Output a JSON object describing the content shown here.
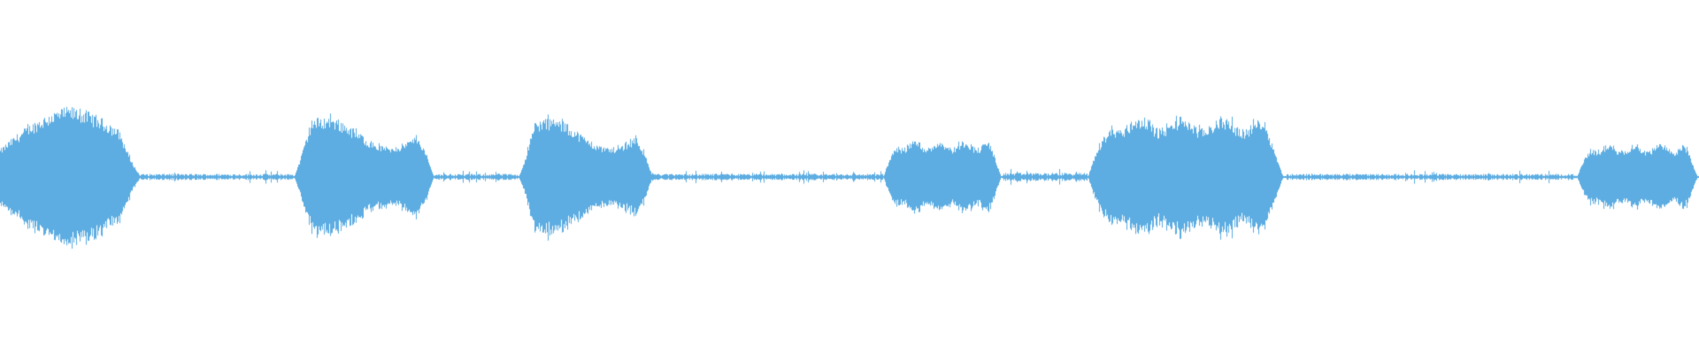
{
  "waveform": {
    "color": "#5DADE2",
    "background": "#FFFFFF",
    "amplitude_peak_fraction": 0.42,
    "segments": [
      {
        "start": 0.0,
        "end": 0.083,
        "level": 0.95,
        "shape": "peak-center"
      },
      {
        "start": 0.083,
        "end": 0.173,
        "level": 0.03,
        "shape": "silence"
      },
      {
        "start": 0.173,
        "end": 0.255,
        "level": 0.82,
        "shape": "rise-fall"
      },
      {
        "start": 0.255,
        "end": 0.305,
        "level": 0.03,
        "shape": "silence"
      },
      {
        "start": 0.305,
        "end": 0.384,
        "level": 0.8,
        "shape": "rise-fall"
      },
      {
        "start": 0.384,
        "end": 0.52,
        "level": 0.03,
        "shape": "silence"
      },
      {
        "start": 0.52,
        "end": 0.59,
        "level": 0.5,
        "shape": "flat"
      },
      {
        "start": 0.59,
        "end": 0.64,
        "level": 0.04,
        "shape": "silence"
      },
      {
        "start": 0.64,
        "end": 0.757,
        "level": 0.82,
        "shape": "flat"
      },
      {
        "start": 0.757,
        "end": 0.928,
        "level": 0.03,
        "shape": "silence"
      },
      {
        "start": 0.928,
        "end": 1.0,
        "level": 0.45,
        "shape": "flat"
      }
    ]
  }
}
